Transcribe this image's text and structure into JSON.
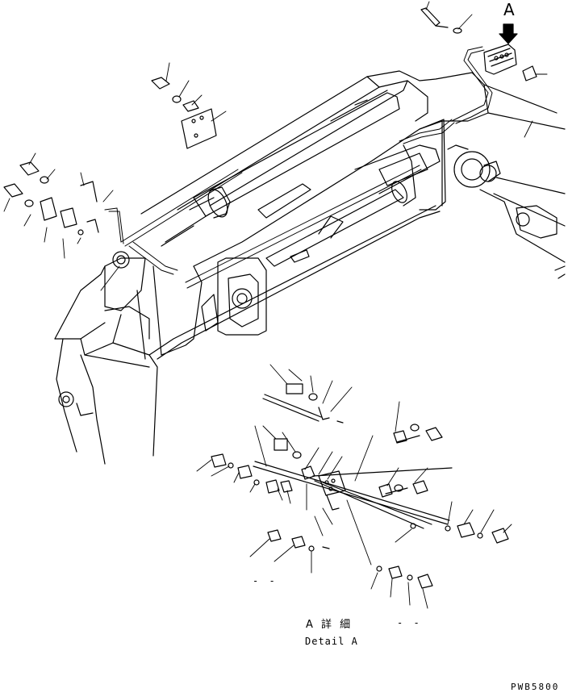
{
  "diagram": {
    "view_label": "A",
    "caption_japanese": "A 詳 細",
    "caption_english": "Detail A",
    "dash_left": "- -",
    "dash_right": "- -",
    "drawing_code": "PWB5800"
  },
  "colors": {
    "line": "#000000",
    "background": "#ffffff"
  }
}
